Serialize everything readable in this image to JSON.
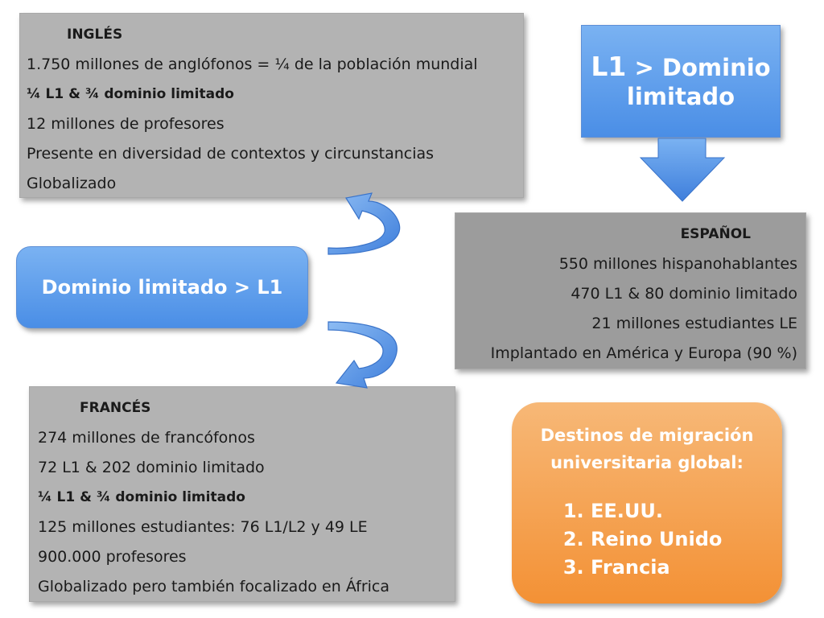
{
  "ingles": {
    "heading": "INGLÉS",
    "lines": [
      "1.750 millones de anglófonos = ¼ de la población mundial",
      "¼ L1 & ¾  dominio limitado",
      "12 millones de profesores",
      "Presente en diversidad de contextos y circunstancias",
      "Globalizado"
    ]
  },
  "espanol": {
    "heading": "ESPAÑOL",
    "lines": [
      "550 millones hispanohablantes",
      "470 L1 & 80 dominio limitado",
      "21 millones estudiantes LE",
      "Implantado en América y Europa (90 %)"
    ]
  },
  "frances": {
    "heading": "FRANCÉS",
    "lines": [
      "274 millones de  francófonos",
      "72 L1 & 202 dominio limitado",
      "¼ L1 & ¾  dominio limitado",
      "125 millones estudiantes: 76 L1/L2 y 49 LE",
      "900.000 profesores",
      "Globalizado pero también focalizado en África"
    ]
  },
  "l1_box": {
    "l1": "L1",
    "gt": ">",
    "line1": "Dominio",
    "line2": "limitado"
  },
  "dom_box": {
    "label": "Dominio limitado > L1"
  },
  "destinos": {
    "title_line1": "Destinos de migración",
    "title_line2": "universitaria global:",
    "items": [
      "EE.UU.",
      "Reino Unido",
      "Francia"
    ]
  },
  "colors": {
    "gray_box": "#b3b3b3",
    "blue_box": "#5b9bea",
    "orange_box": "#f5a04f",
    "arrow_blue": "#4f8ee4"
  }
}
